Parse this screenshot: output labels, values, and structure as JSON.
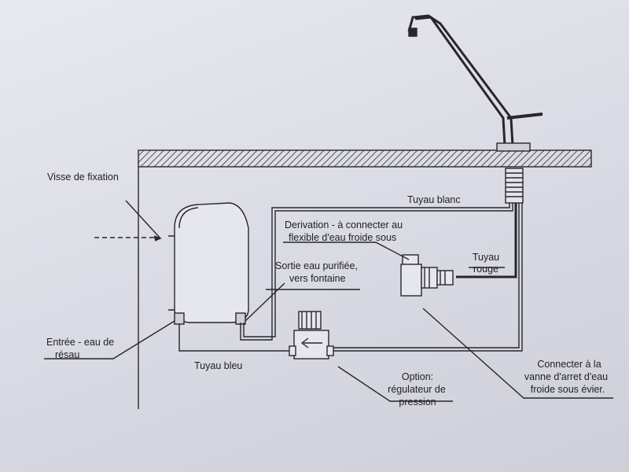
{
  "labels": {
    "visse": "Visse de fixation",
    "tuyau_blanc": "Tuyau blanc",
    "derivation_1": "Derivation - à connecter au",
    "derivation_2": "flexible d'eau froide sous",
    "tuyau_rouge_1": "Tuyau",
    "tuyau_rouge_2": "rouge",
    "sortie_1": "Sortie eau purifiée,",
    "sortie_2": "vers fontaine",
    "entree_1": "Entrée - eau de",
    "entree_2": "résau",
    "tuyau_bleu": "Tuyau bleu",
    "option_1": "Option:",
    "option_2": "régulateur de",
    "option_3": "pression",
    "connecter_1": "Connecter à la",
    "connecter_2": "vanne d'arret d'eau",
    "connecter_3": "froide sous évier."
  },
  "colors": {
    "ink": "#1e1e24",
    "paper": "#e3e3eb",
    "background": "#4a3f36"
  }
}
